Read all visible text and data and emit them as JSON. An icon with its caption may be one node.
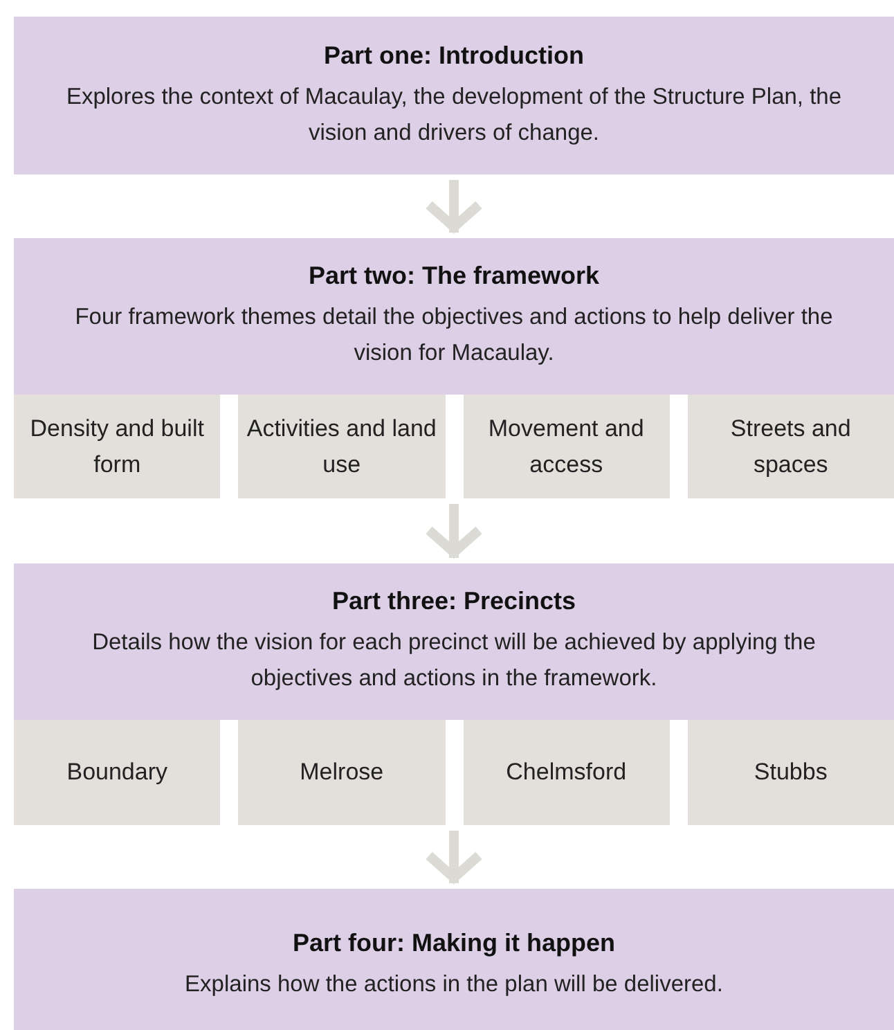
{
  "diagram": {
    "nodes": [
      {
        "text": [
          "Part one: Introduction",
          "Explores the context of Macaulay, the development of the Structure Plan, the vision and drivers of change."
        ]
      },
      {
        "text": [
          "Part two: The framework",
          "Four framework themes detail the objectives and actions to help deliver the vision for Macaulay."
        ]
      },
      {
        "text": [
          "Density and built form"
        ],
        "in": 1
      },
      {
        "text": [
          "Activities and land use"
        ],
        "in": 1
      },
      {
        "text": [
          "Movement and access"
        ],
        "in": 1
      },
      {
        "text": [
          "Streets and spaces"
        ],
        "in": 1
      },
      {
        "text": [
          "Part three: Precincts",
          "Details how the vision for each precinct will be achieved by applying the objectives and actions in the framework."
        ]
      },
      {
        "text": [
          "Boundary"
        ],
        "in": 6
      },
      {
        "text": [
          "Melrose"
        ],
        "in": 6
      },
      {
        "text": [
          "Chelmsford"
        ],
        "in": 6
      },
      {
        "text": [
          "Stubbs"
        ],
        "in": 6
      },
      {
        "text": [
          "Part four: Making it happen",
          "Explains how the actions in the plan will be delivered."
        ]
      }
    ],
    "edges": [
      {
        "from": 0,
        "to": 1,
        "arrow": "to"
      },
      {
        "from": 1,
        "to": 6,
        "arrow": "to"
      },
      {
        "from": 6,
        "to": 11,
        "arrow": "to"
      }
    ]
  }
}
